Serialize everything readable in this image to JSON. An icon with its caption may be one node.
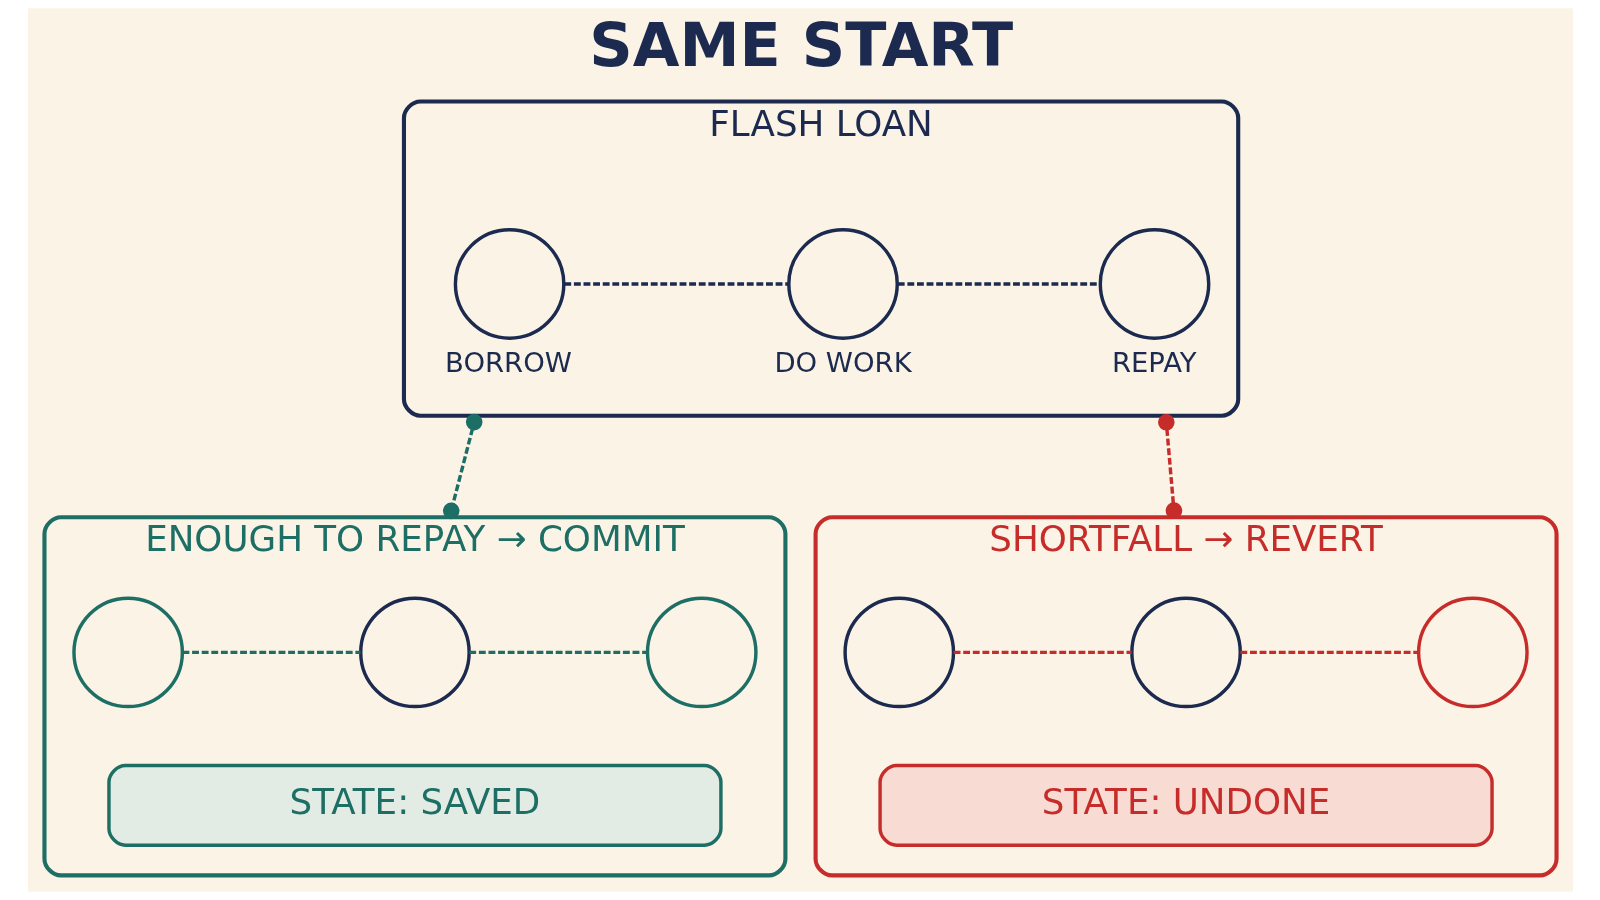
{
  "diagram": {
    "title": "SAME START",
    "nodes": [
      {
        "text": [
          "FLASH LOAN"
        ]
      },
      {
        "text": [],
        "shape": "circle",
        "beside": [
          "BORROW"
        ],
        "in": 0
      },
      {
        "text": [],
        "shape": "circle",
        "beside": [
          "DO WORK"
        ],
        "in": 0
      },
      {
        "text": [],
        "shape": "circle",
        "beside": [
          "REPAY"
        ],
        "in": 0
      },
      {
        "text": [
          "ENOUGH TO REPAY → COMMIT"
        ]
      },
      {
        "text": [],
        "shape": "circle",
        "in": 4
      },
      {
        "text": [],
        "shape": "circle",
        "in": 4
      },
      {
        "text": [],
        "shape": "circle",
        "in": 4
      },
      {
        "text": [
          "STATE: SAVED"
        ],
        "in": 4
      },
      {
        "text": [
          "SHORTFALL → REVERT"
        ]
      },
      {
        "text": [],
        "shape": "circle",
        "in": 9
      },
      {
        "text": [],
        "shape": "circle",
        "in": 9
      },
      {
        "text": [],
        "shape": "circle",
        "in": 9
      },
      {
        "text": [
          "STATE: UNDONE"
        ],
        "in": 9
      }
    ],
    "edges": [
      {
        "from": 1,
        "to": 2,
        "arrow": "none",
        "style": "dashed"
      },
      {
        "from": 2,
        "to": 3,
        "arrow": "none",
        "style": "dashed"
      },
      {
        "from": 0,
        "to": 4,
        "arrow": "other",
        "style": "dashed",
        "color": "#1d6e64"
      },
      {
        "from": 0,
        "to": 9,
        "arrow": "other",
        "style": "dashed",
        "color": "#c62d2a"
      },
      {
        "from": 5,
        "to": 6,
        "arrow": "none",
        "style": "dashed",
        "color": "#1d6e64"
      },
      {
        "from": 6,
        "to": 7,
        "arrow": "none",
        "style": "dashed",
        "color": "#1d6e64"
      },
      {
        "from": 10,
        "to": 11,
        "arrow": "none",
        "style": "dashed",
        "color": "#c62d2a"
      },
      {
        "from": 11,
        "to": 12,
        "arrow": "none",
        "style": "dashed",
        "color": "#c62d2a"
      }
    ]
  }
}
